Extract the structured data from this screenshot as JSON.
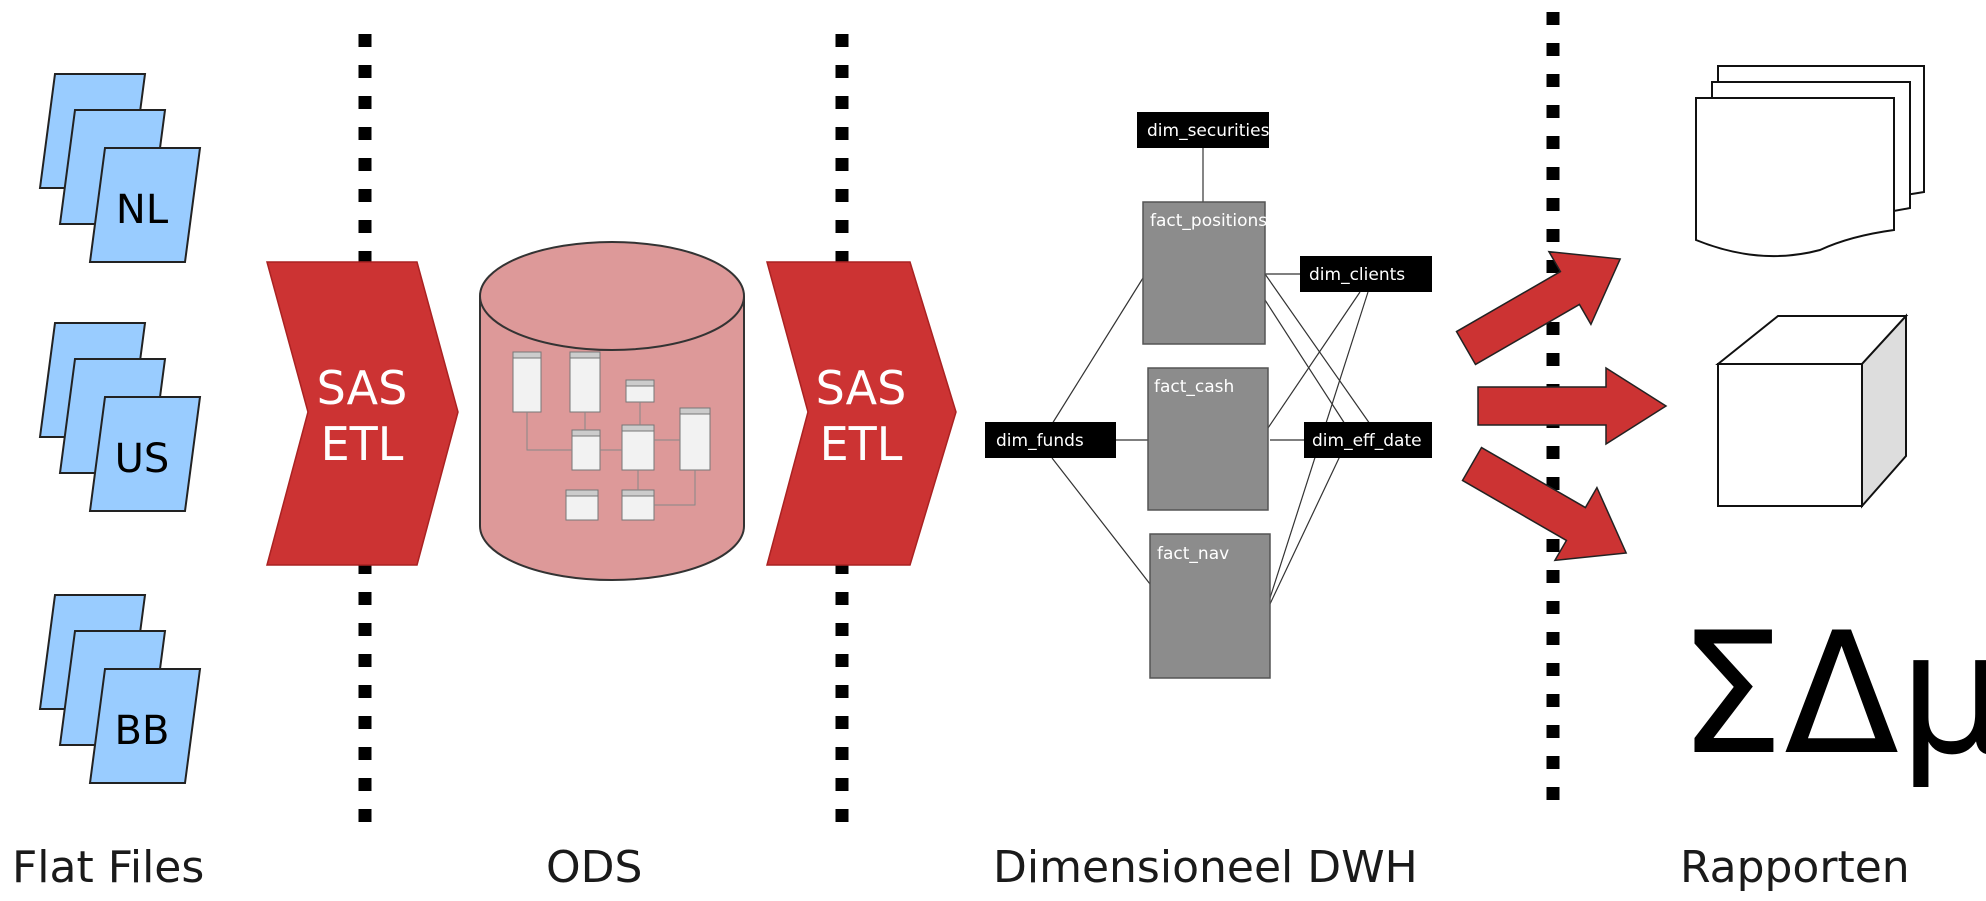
{
  "colors": {
    "file_fill": "#99ccff",
    "etl_fill": "#cc3333",
    "db_fill": "#dd9999",
    "fact_fill": "#8c8c8c",
    "dim_fill": "#000000",
    "arrow_fill": "#cc3333"
  },
  "flat_files": {
    "label": "Flat Files",
    "stacks": [
      {
        "name": "NL"
      },
      {
        "name": "US"
      },
      {
        "name": "BB"
      }
    ]
  },
  "etl": {
    "first": {
      "line1": "SAS",
      "line2": "ETL"
    },
    "second": {
      "line1": "SAS",
      "line2": "ETL"
    }
  },
  "ods": {
    "label": "ODS"
  },
  "dwh": {
    "label": "Dimensioneel DWH",
    "facts": [
      {
        "name": "fact_positions"
      },
      {
        "name": "fact_cash"
      },
      {
        "name": "fact_nav"
      }
    ],
    "dims": [
      {
        "name": "dim_securities"
      },
      {
        "name": "dim_clients"
      },
      {
        "name": "dim_funds"
      },
      {
        "name": "dim_eff_date"
      }
    ]
  },
  "reports": {
    "label": "Rapporten",
    "stats_symbols": "ΣΔμ",
    "icons": [
      "documents-icon",
      "cube-icon"
    ]
  }
}
